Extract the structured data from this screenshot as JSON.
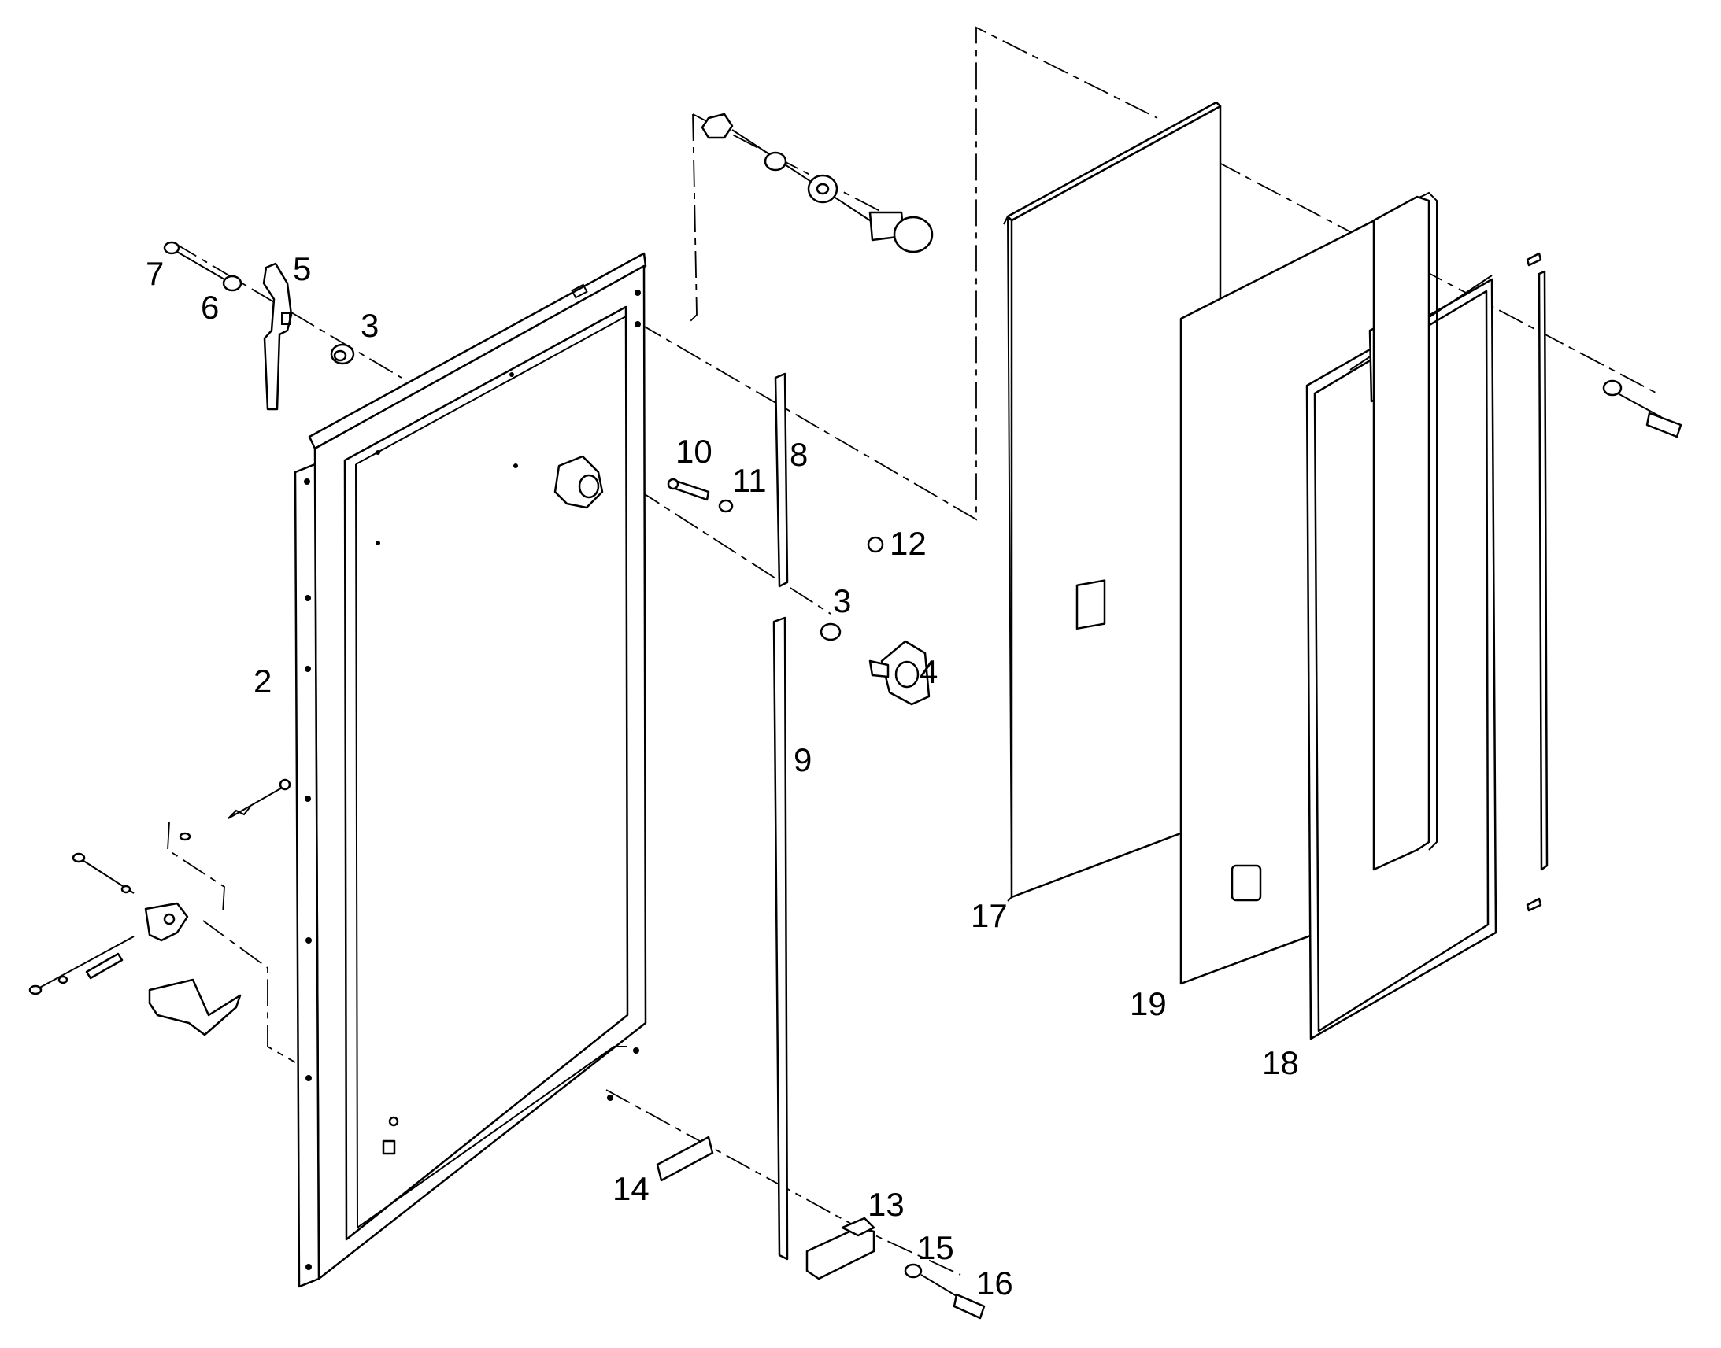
{
  "diagram": {
    "callouts": [
      "2",
      "3",
      "3",
      "4",
      "5",
      "6",
      "7",
      "8",
      "9",
      "10",
      "11",
      "12",
      "13",
      "14",
      "15",
      "16",
      "17",
      "18",
      "19"
    ]
  }
}
